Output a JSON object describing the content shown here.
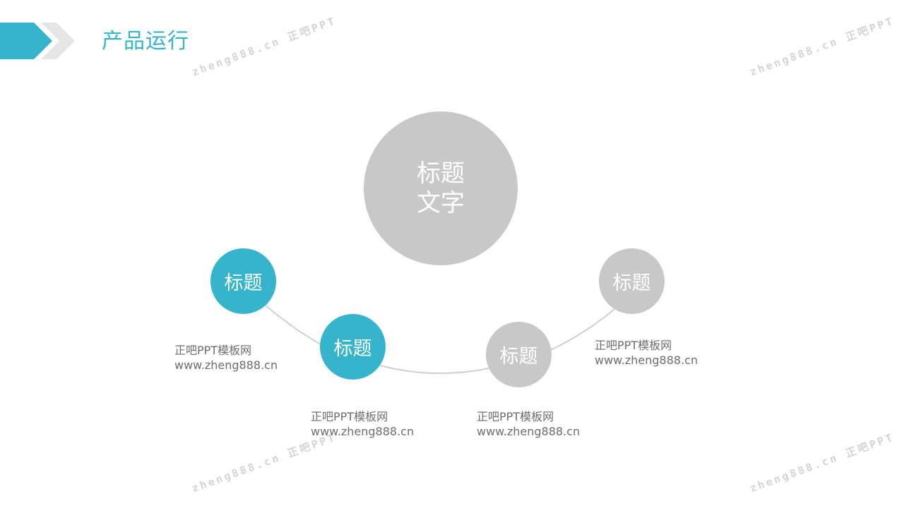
{
  "page": {
    "title": "产品运行"
  },
  "colors": {
    "accent": "#36b4cc",
    "neutral": "#c8c8c8",
    "caption": "#6e6e6e",
    "arc": "#cfcfcf"
  },
  "center": {
    "line1": "标题",
    "line2": "文字"
  },
  "nodes": [
    {
      "label": "标题",
      "color": "#36b4cc",
      "caption": {
        "line1": "正吧PPT模板网",
        "line2": "www.zheng888.cn"
      }
    },
    {
      "label": "标题",
      "color": "#36b4cc",
      "caption": {
        "line1": "正吧PPT模板网",
        "line2": "www.zheng888.cn"
      }
    },
    {
      "label": "标题",
      "color": "#c8c8c8",
      "caption": {
        "line1": "正吧PPT模板网",
        "line2": "www.zheng888.cn"
      }
    },
    {
      "label": "标题",
      "color": "#c8c8c8",
      "caption": {
        "line1": "正吧PPT模板网",
        "line2": "www.zheng888.cn"
      }
    }
  ],
  "watermark": {
    "text": "zheng888.cn 正吧PPT"
  }
}
